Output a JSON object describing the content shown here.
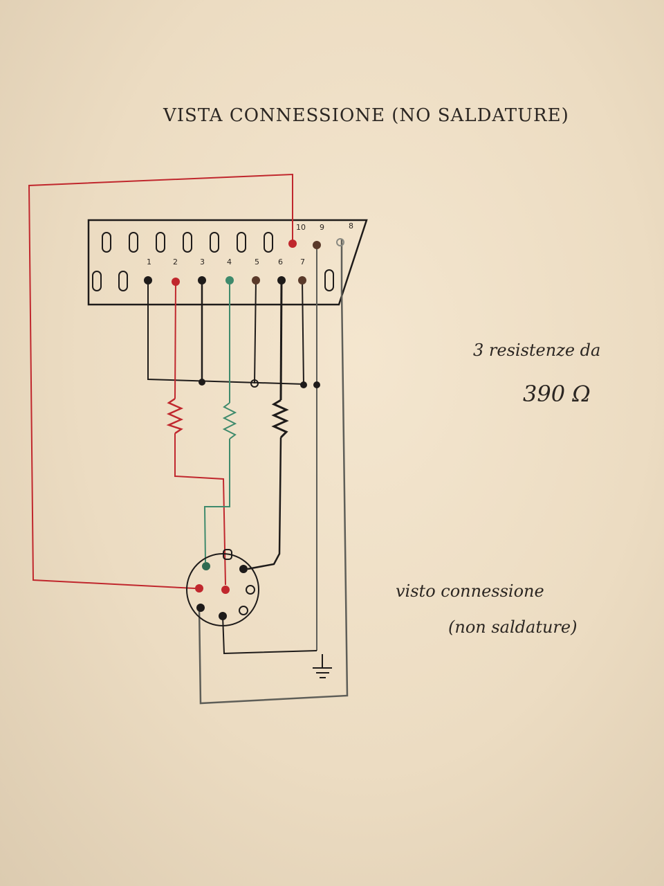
{
  "title": "VISTA CONNESSIONE (NO SALDATURE)",
  "resistor_note": {
    "line1": "3 resistenze da",
    "line2": "390 Ω"
  },
  "connector_note": {
    "line1": "visto connessione",
    "line2": "(non saldature)"
  },
  "scart_pin_labels": {
    "bottom_row": [
      "1",
      "2",
      "3",
      "4",
      "5",
      "6",
      "7"
    ],
    "top_row": [
      "10",
      "9",
      "8"
    ]
  },
  "colors": {
    "red": "#c0272d",
    "green": "#3e8a6c",
    "black": "#1e1b1a",
    "gray": "#5e5e58",
    "brown": "#5a3a2a"
  },
  "icons": [
    "ground-symbol-icon",
    "resistor-icon"
  ]
}
